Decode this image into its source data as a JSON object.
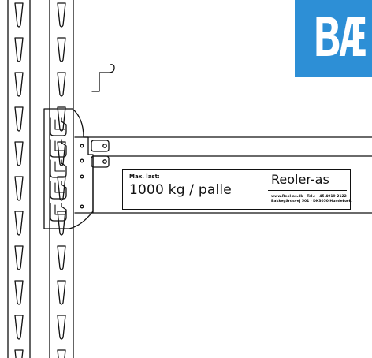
{
  "badge": {
    "text": "BÆ"
  },
  "sign": {
    "max_label": "Max. last:",
    "load_text": "1000 kg / palle",
    "brand": "Reoler-as",
    "contact_line_1": "www.Reol-as.dk  ·  Tel.: +45 4919 2122",
    "contact_line_2": "Bakkegårdsvej 501 · DK3050 Humlebæk"
  },
  "colors": {
    "badge_blue": "#2d8fd6",
    "line": "#111111"
  }
}
